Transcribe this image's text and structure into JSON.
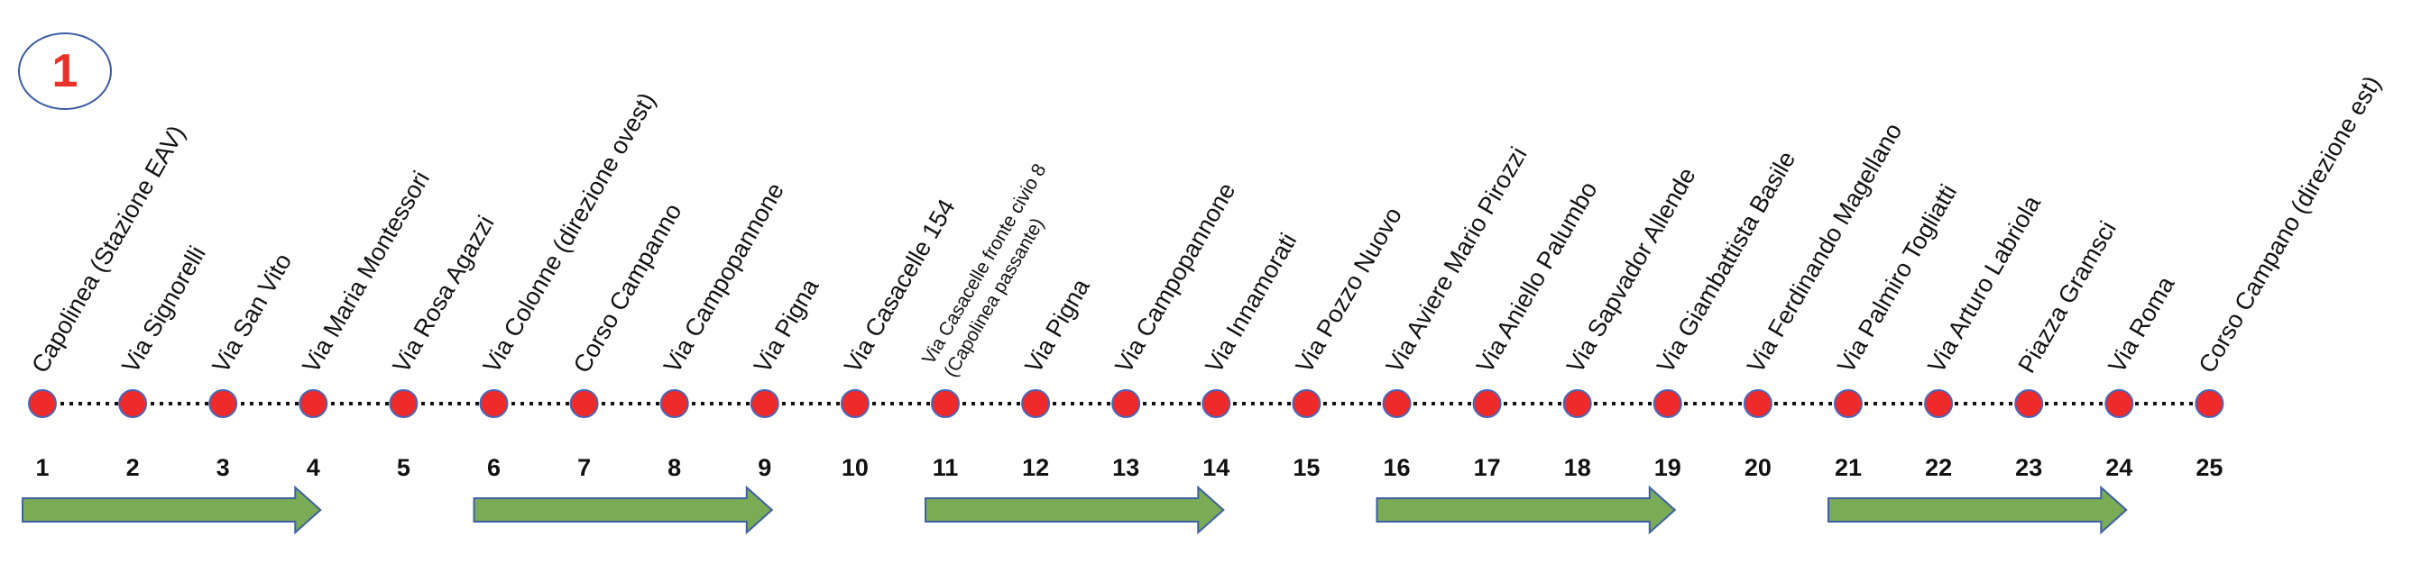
{
  "route_number": "1",
  "colors": {
    "stop_fill": "#ee2a2a",
    "stop_stroke": "#4a66b8",
    "line": "#111111",
    "arrow_fill": "#7aab55",
    "arrow_stroke": "#3e5fa8",
    "badge_text": "#e8322a",
    "badge_border": "#3a5aa6"
  },
  "stops": [
    {
      "number": "1",
      "label": [
        "Capolinea (Stazione EAV)"
      ]
    },
    {
      "number": "2",
      "label": [
        "Via Signorelli"
      ]
    },
    {
      "number": "3",
      "label": [
        "Via San Vito"
      ]
    },
    {
      "number": "4",
      "label": [
        "Via Maria Montessori"
      ]
    },
    {
      "number": "5",
      "label": [
        "Via Rosa Agazzi"
      ]
    },
    {
      "number": "6",
      "label": [
        "Via Colonne (direzione ovest)"
      ]
    },
    {
      "number": "7",
      "label": [
        "Corso Campanno"
      ]
    },
    {
      "number": "8",
      "label": [
        "Via Campopannone"
      ]
    },
    {
      "number": "9",
      "label": [
        "Via Pigna"
      ]
    },
    {
      "number": "10",
      "label": [
        "Via Casacelle 154"
      ]
    },
    {
      "number": "11",
      "label": [
        "Via Casacelle fronte civio 8",
        "(Capolinea passante)"
      ]
    },
    {
      "number": "12",
      "label": [
        "Via Pigna"
      ]
    },
    {
      "number": "13",
      "label": [
        "Via Campopannone"
      ]
    },
    {
      "number": "14",
      "label": [
        "Via Innamorati"
      ]
    },
    {
      "number": "15",
      "label": [
        "Via Pozzo Nuovo"
      ]
    },
    {
      "number": "16",
      "label": [
        "Via Aviere Mario Pirozzi"
      ]
    },
    {
      "number": "17",
      "label": [
        "Via Aniello Palumbo"
      ]
    },
    {
      "number": "18",
      "label": [
        "Via Sapvador Allende"
      ]
    },
    {
      "number": "19",
      "label": [
        "Via Giambattista Basile"
      ]
    },
    {
      "number": "20",
      "label": [
        "Via Ferdinando Magellano"
      ]
    },
    {
      "number": "21",
      "label": [
        "Via Palmiro Togliatti"
      ]
    },
    {
      "number": "22",
      "label": [
        "Via Arturo Labriola"
      ]
    },
    {
      "number": "23",
      "label": [
        "Piazza Gramsci"
      ]
    },
    {
      "number": "24",
      "label": [
        "Via Roma"
      ]
    },
    {
      "number": "25",
      "label": [
        "Corso Campano (direzione est)"
      ]
    }
  ],
  "arrows": [
    {
      "from_stop": 1,
      "to_stop": 4
    },
    {
      "from_stop": 6,
      "to_stop": 9
    },
    {
      "from_stop": 11,
      "to_stop": 14
    },
    {
      "from_stop": 16,
      "to_stop": 19
    },
    {
      "from_stop": 21,
      "to_stop": 24
    }
  ]
}
